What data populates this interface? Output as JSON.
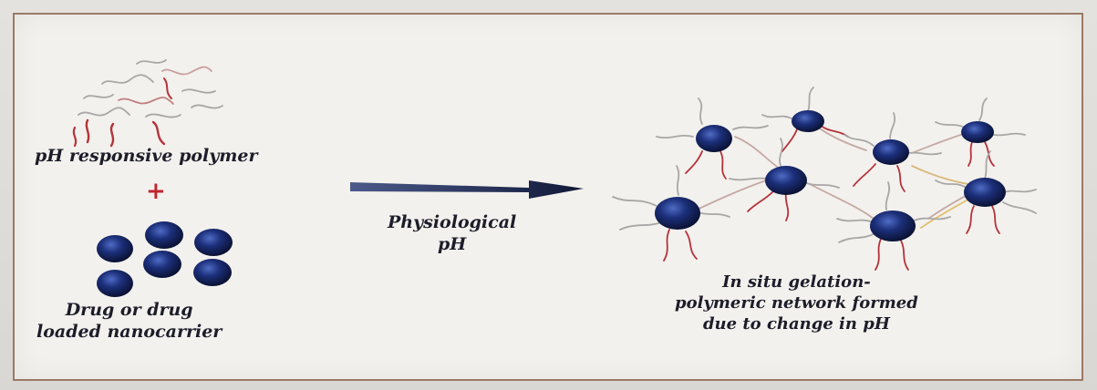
{
  "diagram": {
    "polymer_label": "pH responsive polymer",
    "plus_sign": "+",
    "drug_label_line1": "Drug or drug",
    "drug_label_line2": "loaded nanocarrier",
    "arrow_label_line1": "Physiological",
    "arrow_label_line2": "pH",
    "result_label_line1": "In situ gelation-",
    "result_label_line2": "polymeric network formed",
    "result_label_line3": "due to change in pH"
  },
  "colors": {
    "frame_border": "#9a7a66",
    "nanoparticle": "#1a2a6c",
    "polymer_red": "#b5323a",
    "polymer_gray": "#a9a7a6",
    "arrow": "#1b2550",
    "plus": "#c0262e"
  }
}
